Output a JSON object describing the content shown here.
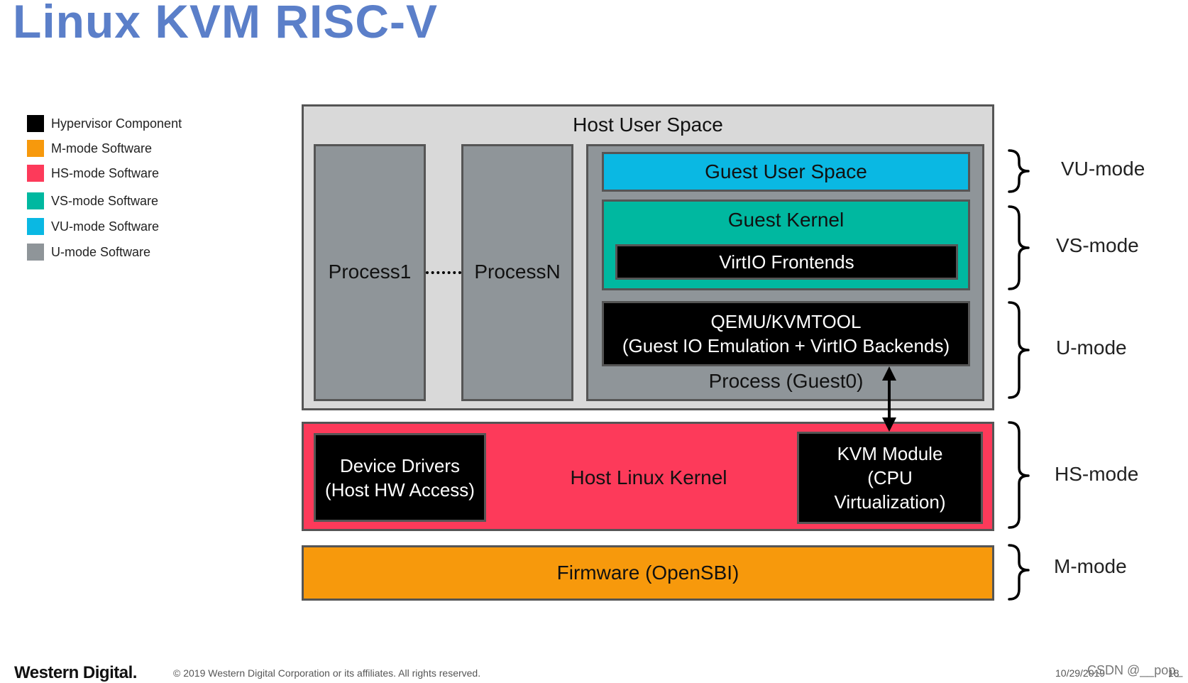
{
  "title": "Linux KVM RISC-V",
  "legend": [
    {
      "label": "Hypervisor Component",
      "color": "#000000"
    },
    {
      "label": "M-mode Software",
      "color": "#f7990c"
    },
    {
      "label": "HS-mode Software",
      "color": "#fd3a5a"
    },
    {
      "label": "VS-mode Software",
      "color": "#00b8a0"
    },
    {
      "label": "VU-mode Software",
      "color": "#0ab8e3"
    },
    {
      "label": "U-mode Software",
      "color": "#8f9599"
    }
  ],
  "diagram": {
    "host_user_space": "Host User Space",
    "process1": "Process1",
    "processN": "ProcessN",
    "guest_user_space": "Guest User Space",
    "guest_kernel": "Guest Kernel",
    "virtio_frontends": "VirtIO Frontends",
    "qemu_line1": "QEMU/KVMTOOL",
    "qemu_line2": "(Guest IO Emulation + VirtIO Backends)",
    "process_guest0": "Process (Guest0)",
    "device_drivers_line1": "Device Drivers",
    "device_drivers_line2": "(Host HW Access)",
    "host_linux_kernel": "Host Linux Kernel",
    "kvm_line1": "KVM Module",
    "kvm_line2": "(CPU",
    "kvm_line3": "Virtualization)",
    "firmware": "Firmware (OpenSBI)"
  },
  "modes": {
    "vu": "VU-mode",
    "vs": "VS-mode",
    "u": "U-mode",
    "hs": "HS-mode",
    "m": "M-mode"
  },
  "footer": {
    "logo": "Western Digital.",
    "copyright": "© 2019 Western Digital Corporation or its affiliates. All rights reserved.",
    "date": "10/29/2019",
    "watermark": "CSDN @__pop_",
    "page": "18"
  },
  "colors": {
    "title": "#5b7fc9",
    "host_user_space_bg": "#d9d9d9",
    "process_gray": "#8f9599",
    "vu_blue": "#0ab8e3",
    "vs_green": "#00b8a0",
    "hs_red": "#fd3a5a",
    "m_orange": "#f7990c",
    "hypervisor_black": "#000000"
  }
}
